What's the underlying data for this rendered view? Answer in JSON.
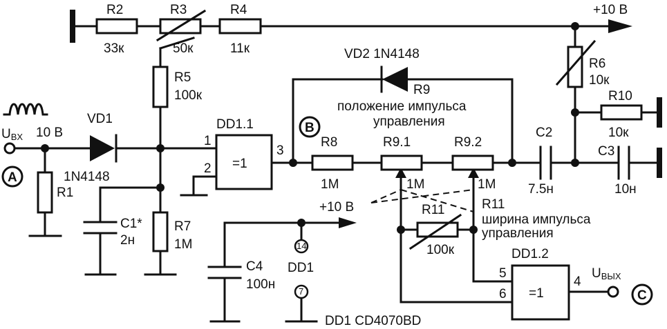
{
  "components": {
    "r2": {
      "name": "R2",
      "value": "33к"
    },
    "r3": {
      "name": "R3",
      "value": "50к"
    },
    "r4": {
      "name": "R4",
      "value": "11к"
    },
    "r5": {
      "name": "R5",
      "value": "100к"
    },
    "r6": {
      "name": "R6",
      "value": "10к"
    },
    "r7": {
      "name": "R7",
      "value": "1М"
    },
    "r8": {
      "name": "R8",
      "value": "1М"
    },
    "r9_1": {
      "name": "R9.1",
      "value": "1М"
    },
    "r9_2": {
      "name": "R9.2",
      "value": "1М"
    },
    "r9": {
      "name": "R9",
      "desc1": "положение импульса",
      "desc2": "управления"
    },
    "r10": {
      "name": "R10",
      "value": "10к"
    },
    "r11": {
      "name": "R11",
      "value": "100к",
      "desc1": "ширина импульса",
      "desc2": "управления"
    },
    "r1": {
      "name": "R1"
    },
    "c1": {
      "name": "C1*",
      "value": "2н"
    },
    "c2": {
      "name": "C2",
      "value": "7.5н"
    },
    "c3": {
      "name": "C3",
      "value": "10н"
    },
    "c4": {
      "name": "C4",
      "value": "100н"
    },
    "vd1": {
      "name": "VD1",
      "part": "1N4148"
    },
    "vd2": {
      "name": "VD2 1N4148"
    },
    "dd1_1": {
      "name": "DD1.1",
      "func": "=1",
      "pin_in1": "1",
      "pin_in2": "2",
      "pin_out": "3"
    },
    "dd1_2": {
      "name": "DD1.2",
      "func": "=1",
      "pin_in1": "5",
      "pin_in2": "6",
      "pin_out": "4"
    },
    "dd1": {
      "name": "DD1",
      "pin14": "14",
      "pin7": "7",
      "part": "DD1 CD4070BD"
    }
  },
  "labels": {
    "supply_top": "+10 В",
    "supply_mid": "+10 В",
    "input_u": "U",
    "input_sub": "BX",
    "input_v": "10 В",
    "output_u": "U",
    "output_sub": "ВЫХ",
    "point_a": "A",
    "point_b": "B",
    "point_c": "C"
  }
}
